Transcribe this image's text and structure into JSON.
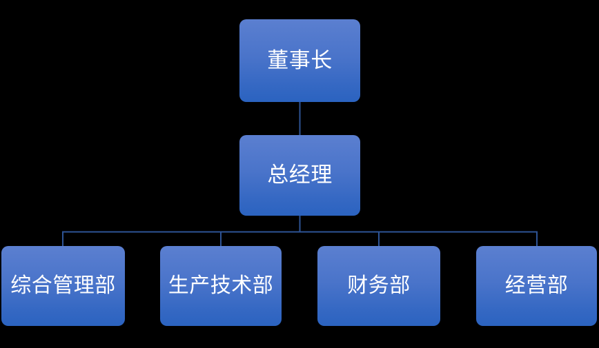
{
  "diagram": {
    "type": "org-chart",
    "title": "",
    "background_color": "#000000",
    "node_fill_top": "#5B7FD0",
    "node_fill_bottom": "#2B63C0",
    "node_text_color": "#FFFFFF",
    "connector_color": "#2E5496",
    "levels": [
      {
        "level": 1,
        "nodes": [
          {
            "id": "chairman",
            "label": "董事长"
          }
        ]
      },
      {
        "level": 2,
        "nodes": [
          {
            "id": "general-manager",
            "label": "总经理"
          }
        ]
      },
      {
        "level": 3,
        "nodes": [
          {
            "id": "dept-0",
            "label": "综合管理部"
          },
          {
            "id": "dept-1",
            "label": "生产技术部"
          },
          {
            "id": "dept-2",
            "label": "财务部"
          },
          {
            "id": "dept-3",
            "label": "经营部"
          }
        ]
      }
    ],
    "edges": [
      {
        "from": "chairman",
        "to": "general-manager"
      },
      {
        "from": "general-manager",
        "to": "dept-0"
      },
      {
        "from": "general-manager",
        "to": "dept-1"
      },
      {
        "from": "general-manager",
        "to": "dept-2"
      },
      {
        "from": "general-manager",
        "to": "dept-3"
      }
    ]
  }
}
